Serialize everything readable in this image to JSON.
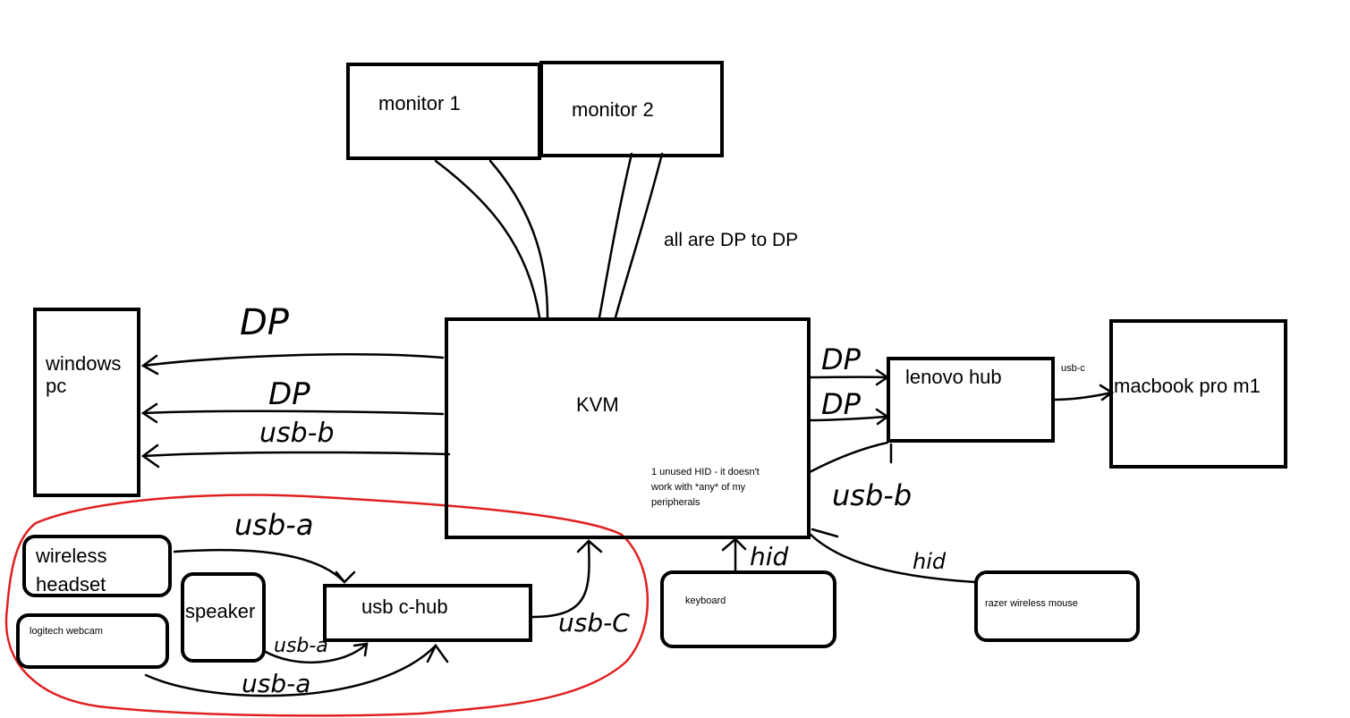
{
  "nodes": {
    "monitor1": "monitor 1",
    "monitor2": "monitor 2",
    "windows_pc": "windows\npc",
    "kvm": "KVM",
    "lenovo_hub": "lenovo hub",
    "macbook": "macbook pro m1",
    "wireless_headset": "wireless\nheadset",
    "speaker": "speaker",
    "logitech_webcam": "logitech webcam",
    "usb_c_hub": "usb c-hub",
    "keyboard": "keyboard",
    "razer_mouse": "razer wireless mouse"
  },
  "notes": {
    "dp_note": "all are DP to DP",
    "hid_note": "1 unused HID - it doesn't\nwork with *any* of my\nperipherals"
  },
  "edges": {
    "dp_pc_1": "DP",
    "dp_pc_2": "DP",
    "usbb_pc": "usb-b",
    "dp_hub_1": "DP",
    "dp_hub_2": "DP",
    "usbb_hub": "usb-b",
    "usbc_mac": "usb-c",
    "usba_headset": "usb-a",
    "usba_speaker": "usb-a",
    "usba_webcam": "usb-a",
    "usbc_kvm": "usb-C",
    "hid_keyboard": "hid",
    "hid_mouse": "hid"
  },
  "colors": {
    "ink": "#000000",
    "highlight_outline": "#e02020"
  }
}
